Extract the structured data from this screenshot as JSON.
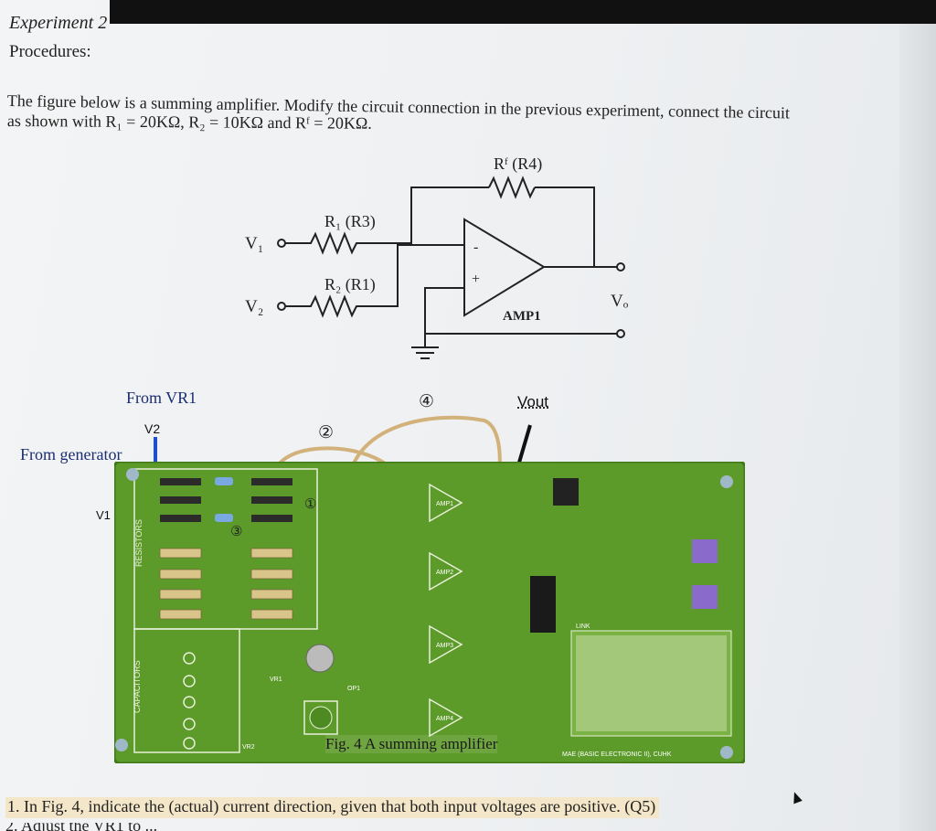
{
  "header": {
    "title": "Experiment 2",
    "section": "Procedures:"
  },
  "paragraph": {
    "line1": "The figure below is a summing amplifier. Modify the circuit connection in the previous experiment, connect  the circuit",
    "line2": "as shown with R₁ = 20KΩ, R₂ = 10KΩ and Rᶠ = 20KΩ."
  },
  "schematic": {
    "rf_label": "Rᶠ (R4)",
    "r1_label": "R₁ (R3)",
    "r2_label": "R₂ (R1)",
    "v1_label": "V₁",
    "v2_label": "V₂",
    "vo_label": "Vₒ",
    "minus_label": "-",
    "plus_label": "+",
    "amp_label": "AMP1"
  },
  "annotations": {
    "from_vr1": "From VR1",
    "v2": "V2",
    "from_generator": "From generator",
    "v1": "V1",
    "vout": "Vout",
    "circle_1": "①",
    "circle_2": "②",
    "circle_3": "③",
    "circle_4": "④"
  },
  "board": {
    "resistors_label": "RESISTORS",
    "capacitors_label": "CAPACITORS",
    "amp1": "AMP1",
    "amp2": "AMP2",
    "amp3": "AMP3",
    "amp4": "AMP4",
    "link": "LINK",
    "vr1": "VR1",
    "vr2": "VR2",
    "op1": "OP1",
    "footer": "MAE (BASIC ELECTRONIC II), CUHK"
  },
  "caption": "Fig. 4 A summing amplifier",
  "questions": {
    "q1": "1. In Fig. 4, indicate the (actual) current direction, given that both input voltages are positive. (Q5)",
    "q2": "2. Adjust the VR1 to ..."
  },
  "colors": {
    "board_green": "#5c9a2a",
    "wire_tan": "#d2b27a",
    "wire_blue": "#1f4fd0",
    "highlight": "#f4e6c8"
  }
}
